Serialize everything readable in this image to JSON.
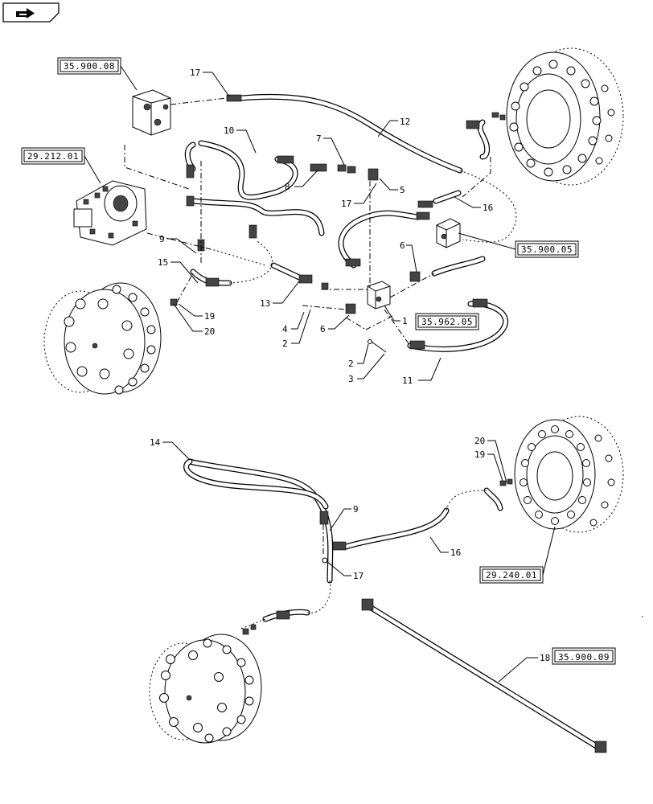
{
  "nav": {
    "icon": "back-arrow-icon"
  },
  "references": [
    {
      "id": "ref-1",
      "text": "35.900.08"
    },
    {
      "id": "ref-2",
      "text": "29.212.01"
    },
    {
      "id": "ref-3",
      "text": "35.900.05"
    },
    {
      "id": "ref-4",
      "text": "35.962.05"
    },
    {
      "id": "ref-5",
      "text": "29.240.01"
    },
    {
      "id": "ref-6",
      "text": "35.900.09"
    }
  ],
  "callouts": [
    {
      "id": "c17a",
      "text": "17"
    },
    {
      "id": "c12",
      "text": "12"
    },
    {
      "id": "c10",
      "text": "10"
    },
    {
      "id": "c7",
      "text": "7"
    },
    {
      "id": "c8",
      "text": "8"
    },
    {
      "id": "c17b",
      "text": "17"
    },
    {
      "id": "c5",
      "text": "5"
    },
    {
      "id": "c16a",
      "text": "16"
    },
    {
      "id": "c9a",
      "text": "9"
    },
    {
      "id": "c15",
      "text": "15"
    },
    {
      "id": "c6a",
      "text": "6"
    },
    {
      "id": "c13",
      "text": "13"
    },
    {
      "id": "c19a",
      "text": "19"
    },
    {
      "id": "c20a",
      "text": "20"
    },
    {
      "id": "c4",
      "text": "4"
    },
    {
      "id": "c2a",
      "text": "2"
    },
    {
      "id": "c6b",
      "text": "6"
    },
    {
      "id": "c1",
      "text": "1"
    },
    {
      "id": "c2b",
      "text": "2"
    },
    {
      "id": "c3",
      "text": "3"
    },
    {
      "id": "c11",
      "text": "11"
    },
    {
      "id": "c14",
      "text": "14"
    },
    {
      "id": "c9b",
      "text": "9"
    },
    {
      "id": "c17c",
      "text": "17"
    },
    {
      "id": "c16b",
      "text": "16"
    },
    {
      "id": "c20b",
      "text": "20"
    },
    {
      "id": "c19b",
      "text": "19"
    },
    {
      "id": "c18",
      "text": "18"
    }
  ]
}
